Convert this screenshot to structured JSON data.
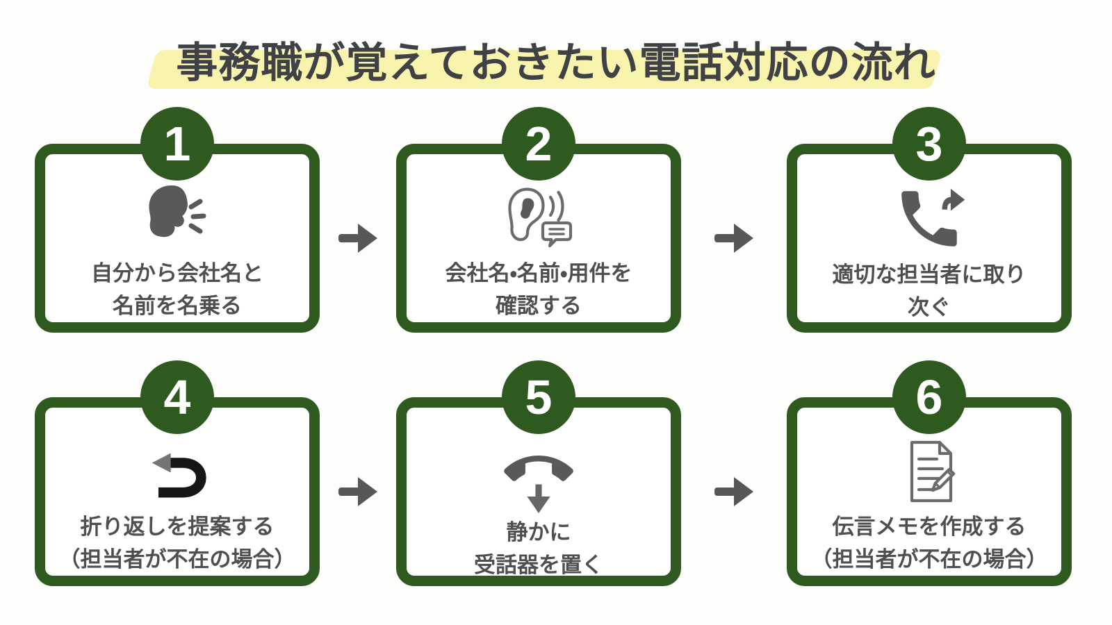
{
  "page": {
    "background_color": "#fdfdfc",
    "language": "ja",
    "kind": "infographic-flow"
  },
  "title": {
    "text": "事務職が覚えておきたい電話対応の流れ",
    "text_color": "#3f4145",
    "highlight_color": "#f8f4ae"
  },
  "colors": {
    "box_border_green": "#2e5a20",
    "number_circle_green": "#2e5a20",
    "number_text": "#ffffff",
    "label_gray": "#4f4f4f",
    "icon_gray": "#58595b",
    "icon_outline_gray": "#6b6b6b",
    "flow_arrow_gray": "#575757",
    "uturn_black": "#161616",
    "uturn_head_gray": "#757575",
    "card_background": "#ffffff"
  },
  "steps": [
    {
      "number": "1",
      "icon": "speaking-head-icon",
      "label_line1": "自分から会社名と",
      "label_line2": "名前を名乗る"
    },
    {
      "number": "2",
      "icon": "listening-ear-icon",
      "label_line1": "会社名・名前・用件を",
      "label_line2": "確認する"
    },
    {
      "number": "3",
      "icon": "phone-transfer-icon",
      "label_line1": "適切な担当者に取り",
      "label_line2": "次ぐ"
    },
    {
      "number": "4",
      "icon": "callback-uturn-arrow-icon",
      "label_line1": "折り返しを提案する",
      "label_line2": "（担当者が不在の場合）"
    },
    {
      "number": "5",
      "icon": "hang-up-receiver-icon",
      "label_line1": "静かに",
      "label_line2": "受話器を置く"
    },
    {
      "number": "6",
      "icon": "memo-pencil-icon",
      "label_line1": "伝言メモを作成する",
      "label_line2": "（担当者が不在の場合）"
    }
  ],
  "flow_arrows": {
    "count": 4,
    "direction": "right",
    "positions": "between step 1-2, 2-3, 4-5, 5-6"
  }
}
